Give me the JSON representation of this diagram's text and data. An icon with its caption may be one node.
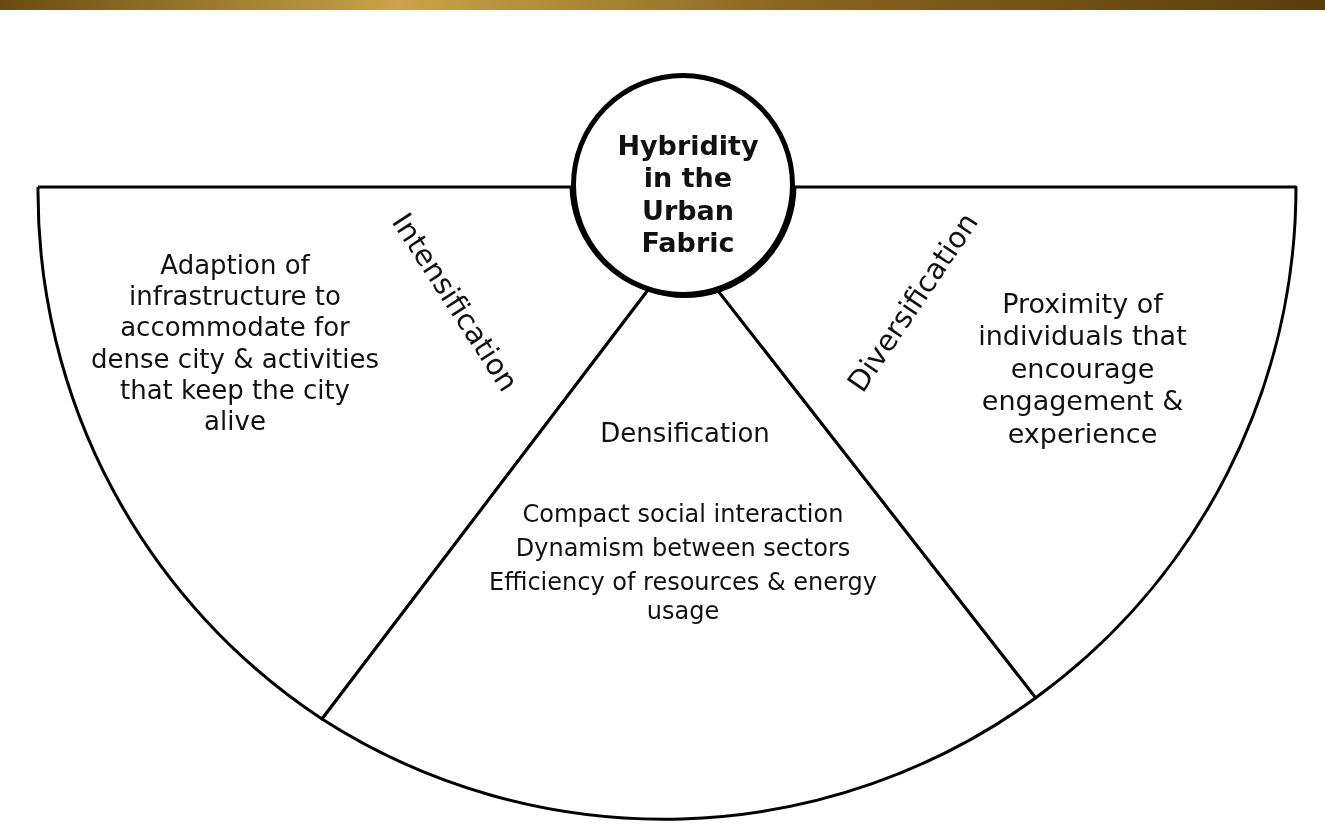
{
  "diagram": {
    "nodes": [
      {
        "text": [
          "Hybridity in the Urban Fabric"
        ]
      },
      {
        "text": [
          "Intensification",
          "Adaption of infrastructure to accommodate for dense city & activities that keep the city alive"
        ]
      },
      {
        "text": [
          "Densification",
          "Compact social interaction",
          "Dynamism between sectors",
          "Efficiency of resources & energy usage"
        ]
      },
      {
        "text": [
          "Diversification",
          "Proximity of individuals that encourage engagement & experience"
        ]
      }
    ]
  }
}
